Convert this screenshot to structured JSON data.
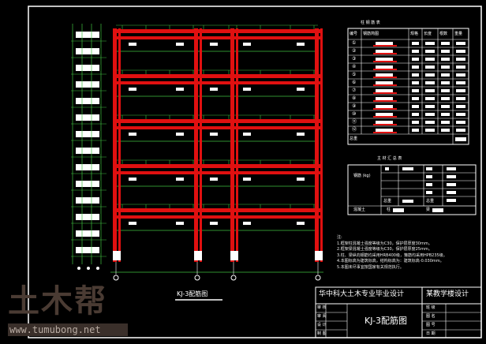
{
  "drawing": {
    "caption": "KJ-3配筋图",
    "colors": {
      "beam": "#e01010",
      "dim": "#40c040",
      "frame": "#ffffff"
    }
  },
  "column_table": {
    "title": "柱 钢 筋 表",
    "headers": [
      "编号",
      "钢筋简图",
      "规格",
      "长度",
      "根数",
      "重量"
    ],
    "row_ids": [
      "①",
      "②",
      "③",
      "④",
      "⑤",
      "⑥",
      "⑦",
      "⑧",
      "⑨",
      "⑩",
      "⑪",
      "⑫"
    ],
    "total_label": "总重"
  },
  "material_table": {
    "title": "主 材 汇 总 表",
    "steel_label": "钢筋 (kg)",
    "total_label": "总重",
    "concrete_label": "混凝土",
    "column_label": "柱",
    "beam_label": "梁"
  },
  "notes": {
    "heading": "注:",
    "items": [
      "1.框架柱混凝土强度等级为C30，保护层厚度30mm。",
      "2.框架梁混凝土强度等级为C30，保护层厚度25mm。",
      "3.柱、梁纵向钢筋均采用HRB400级，箍筋均采用HPB235级。",
      "4.本图标高为建筑标高，结构标高为：建筑标高-0.030mm。",
      "5.本图未尽事宜按国家有关规范执行。"
    ]
  },
  "title_block": {
    "school": "华中科大土木专业毕业设计",
    "project": "某教学楼设计",
    "drawing_name": "KJ-3配筋图",
    "left_labels": [
      "审 核",
      "审 阅",
      "设 计",
      "制 图"
    ],
    "right_labels": [
      "班 级",
      "图 名",
      "图 号",
      "日 期"
    ]
  },
  "watermark": {
    "logo": "土木帮",
    "url": "www.tumubong.net"
  }
}
